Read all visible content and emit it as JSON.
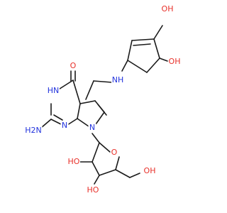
{
  "diagram": {
    "kind": "structural-formula",
    "bond_color": "#1a1a1a",
    "heteroatom_colors": {
      "O": "#e8312a",
      "N": "#2233dd"
    },
    "atom_labels": [
      {
        "id": "oh-top",
        "text": "OH",
        "element": "O"
      },
      {
        "id": "oh-cp",
        "text": "OH",
        "element": "O"
      },
      {
        "id": "nh-linker",
        "text": "NH",
        "element": "N"
      },
      {
        "id": "o-carbonyl",
        "text": "O",
        "element": "O"
      },
      {
        "id": "nh-ring",
        "text": "HN",
        "element": "N",
        "sub": ""
      },
      {
        "id": "n-pyrimidine",
        "text": "N",
        "element": "N"
      },
      {
        "id": "n-pyrrole",
        "text": "N",
        "element": "N"
      },
      {
        "id": "nh2",
        "text": "H2N",
        "element": "N"
      },
      {
        "id": "o-ring",
        "text": "O",
        "element": "O"
      },
      {
        "id": "oh-ch2",
        "text": "OH",
        "element": "O"
      },
      {
        "id": "ho-left",
        "text": "HO",
        "element": "O"
      },
      {
        "id": "ho-bottom",
        "text": "HO",
        "element": "O"
      }
    ]
  }
}
